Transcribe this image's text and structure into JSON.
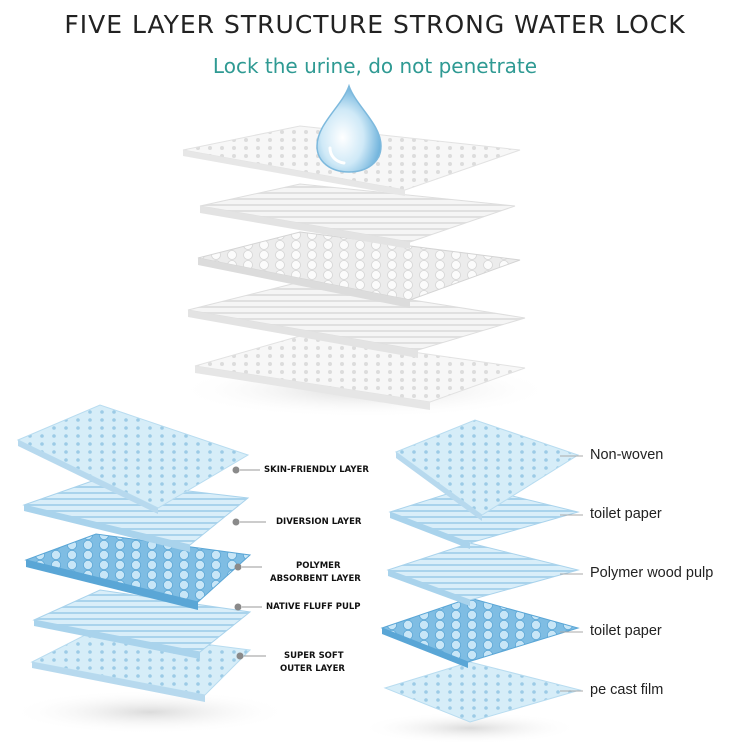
{
  "header": {
    "title": "FIVE LAYER STRUCTURE STRONG WATER LOCK",
    "subtitle": "Lock the urine, do not penetrate"
  },
  "left_stack": {
    "labels": [
      "SKIN-FRIENDLY LAYER",
      "DIVERSION LAYER",
      "POLYMER",
      "ABSORBENT LAYER",
      "NATIVE FLUFF PULP",
      "SUPER SOFT",
      "OUTER LAYER"
    ]
  },
  "right_stack": {
    "labels": [
      "Non-woven",
      "toilet paper",
      "Polymer wood pulp",
      "toilet paper",
      "pe cast film"
    ]
  },
  "colors": {
    "accent": "#2f9a93",
    "layer_blue": "#bfe0f2",
    "layer_blue_dark": "#8cc6ea",
    "layer_white": "#f4f4f4"
  },
  "icons": [
    "water-drop-icon"
  ]
}
